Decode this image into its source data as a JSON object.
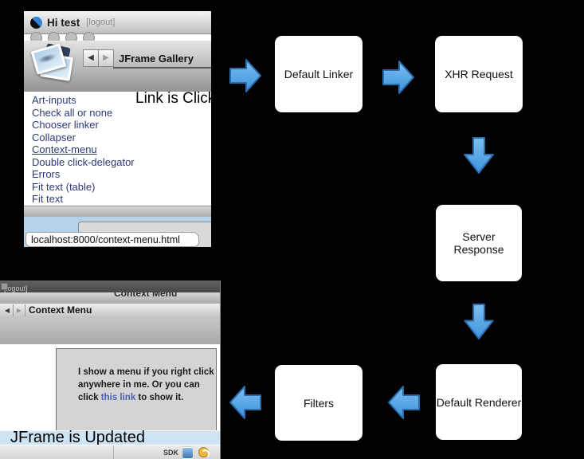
{
  "colors": {
    "background": "#000000",
    "arrow_fill_top": "#7cc0f0",
    "arrow_fill_bottom": "#3d91dc",
    "arrow_stroke": "#2a6cac",
    "flow_box_bg": "#ffffff",
    "gallery_link_color": "#2b3a78",
    "inline_link_color": "#4a5fae",
    "blue_strip_1": "#b7d2e8",
    "blue_strip_2": "#cde4f4"
  },
  "flow": {
    "boxes": [
      {
        "label": "Default Linker"
      },
      {
        "label": "XHR Request"
      },
      {
        "label": "Server Response"
      },
      {
        "label": "Default Renderer"
      },
      {
        "label": "Filters"
      }
    ]
  },
  "captions": {
    "link_clicked": "Link is Click",
    "jframe_updated": "JFrame is Updated"
  },
  "window1": {
    "title": "Hi test",
    "logout": "[logout]",
    "back": "◀",
    "forward": "▶",
    "nav_title": "JFrame Gallery",
    "links": [
      "Art-inputs",
      "Check all or none",
      "Chooser linker",
      "Collapser",
      "Context-menu",
      "Double click-delegator",
      "Errors",
      "Fit text (table)",
      "Fit text"
    ],
    "underlined_link": "Context-menu",
    "status_url": "localhost:8000/context-menu.html"
  },
  "window2": {
    "logout": "[logout]",
    "window_title": "Context Menu",
    "back": "◀",
    "forward": "▶",
    "nav_title": "Context Menu",
    "content_text_1": "I show a menu if you right click anywhere in me. Or you can click ",
    "content_link": "this link",
    "content_text_2": " to show it.",
    "sdk_label": "SDK"
  }
}
